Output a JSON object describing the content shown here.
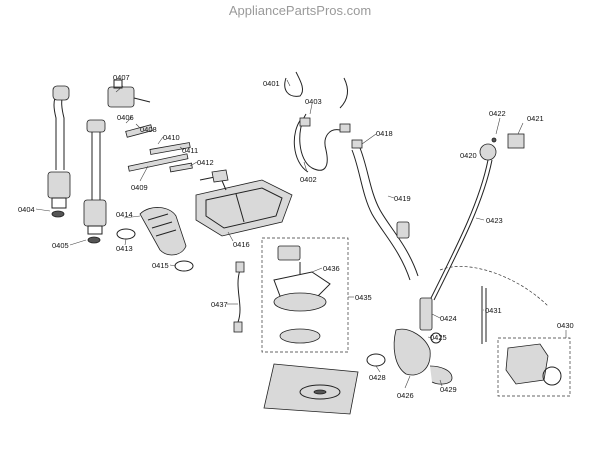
{
  "watermark": "AppliancePartsPros.com",
  "labels": {
    "p0401": "0401",
    "p0402": "0402",
    "p0403": "0403",
    "p0404": "0404",
    "p0405": "0405",
    "p0406": "0406",
    "p0407": "0407",
    "p0408": "0408",
    "p0409": "0409",
    "p0410": "0410",
    "p0411": "0411",
    "p0412": "0412",
    "p0413": "0413",
    "p0414": "0414",
    "p0415": "0415",
    "p0416": "0416",
    "p0418": "0418",
    "p0419": "0419",
    "p0420": "0420",
    "p0421": "0421",
    "p0422": "0422",
    "p0423": "0423",
    "p0424": "0424",
    "p0425": "0425",
    "p0426": "0426",
    "p0428": "0428",
    "p0429": "0429",
    "p0430": "0430",
    "p0431": "0431",
    "p0435": "0435",
    "p0436": "0436",
    "p0437": "0437"
  },
  "colors": {
    "background": "#ffffff",
    "line": "#222222",
    "watermark": "#9a9a9a"
  }
}
